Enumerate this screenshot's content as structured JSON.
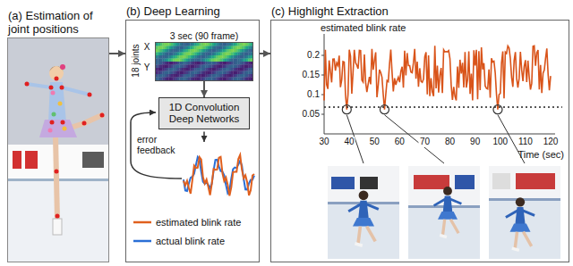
{
  "diagram": {
    "nodes": [
      {
        "text": [
          "(a) Estimation of joint positions"
        ]
      },
      {
        "text": [
          "(b) Deep Learning"
        ]
      },
      {
        "text": [
          "3 sec (90 frame)"
        ],
        "in": 1
      },
      {
        "text": [
          "1D Convolution Deep Networks"
        ],
        "in": 1
      },
      {
        "text": [
          "(c) Highlight Extraction"
        ]
      }
    ],
    "edges": [
      {
        "from": 0,
        "to": 1,
        "arrow": "to"
      },
      {
        "from": 1,
        "to": 4,
        "arrow": "to"
      },
      {
        "from": 2,
        "to": 3,
        "arrow": "to"
      }
    ],
    "labels": [
      "18 joints",
      "X",
      "Y",
      "error feedback",
      "estimated blink rate",
      "0.2",
      "0.15",
      "0.1",
      "0.05",
      "30",
      "40",
      "50",
      "60",
      "70",
      "80",
      "90",
      "100",
      "110",
      "120",
      "Time (sec)"
    ],
    "legend": [
      {
        "text": "estimated blink rate"
      },
      {
        "text": "actual blink rate"
      }
    ]
  }
}
